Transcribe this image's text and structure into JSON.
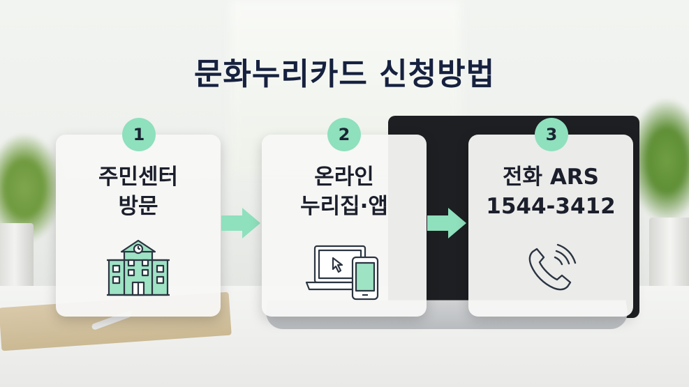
{
  "title": "문화누리카드 신청방법",
  "colors": {
    "title": "#16213f",
    "badge": "#8fe0bd",
    "arrow": "#8fe0bd",
    "icon_fill": "#9ee3c4",
    "icon_stroke": "#2b3440"
  },
  "steps": [
    {
      "number": "1",
      "line1": "주민센터",
      "line2": "방문",
      "icon": "building-icon"
    },
    {
      "number": "2",
      "line1": "온라인",
      "line2": "누리집·앱",
      "icon": "laptop-phone-icon"
    },
    {
      "number": "3",
      "line1": "전화 ARS",
      "line2": "1544-3412",
      "icon": "phone-icon"
    }
  ]
}
